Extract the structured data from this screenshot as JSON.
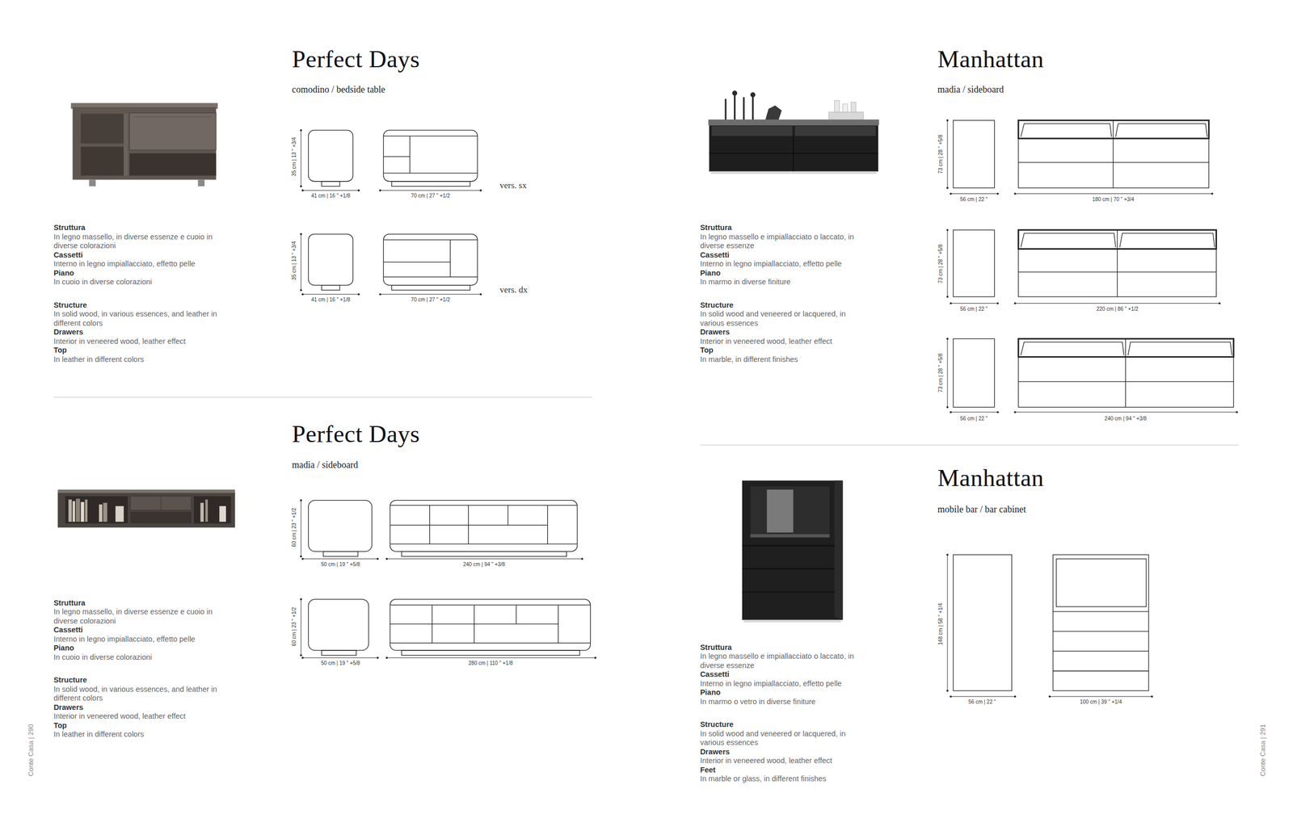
{
  "diagram": {
    "labels": [
      "Perfect Days",
      "comodino / bedside table",
      "35 cm | 13 \" +3/4",
      "41 cm | 16 \" +1/8",
      "70 cm | 27 \" +1/2",
      "vers. sx",
      "35 cm | 13 \" +3/4",
      "41 cm | 16 \" +1/8",
      "70 cm | 27 \" +1/2",
      "vers. dx",
      "Struttura",
      "In legno massello, in diverse essenze e cuoio in diverse colorazioni",
      "Cassetti",
      "Interno in legno impiallacciato, effetto pelle",
      "Piano",
      "In cuoio in diverse colorazioni",
      "Structure",
      "In solid wood, in various essences, and leather in different colors",
      "Drawers",
      "Interior in veneered wood, leather effect",
      "Top",
      "In leather in different colors",
      "Perfect Days",
      "madia / sideboard",
      "60 cm | 23 \" +1/2",
      "50 cm | 19 \" +5/8",
      "240 cm | 94 \" +3/8",
      "60 cm | 23 \" +1/2",
      "50 cm | 19 \" +5/8",
      "280 cm | 110 \" +1/8",
      "Struttura",
      "In legno massello, in diverse essenze e cuoio in diverse colorazioni",
      "Cassetti",
      "Interno in legno impiallacciato, effetto pelle",
      "Piano",
      "In cuoio in diverse colorazioni",
      "Structure",
      "In solid wood, in various essences, and leather in different colors",
      "Drawers",
      "Interior in veneered wood, leather effect",
      "Top",
      "In leather in different colors",
      "Conte Casa | 290",
      "Manhattan",
      "madia / sideboard",
      "73 cm | 28 \" +5/8",
      "56 cm | 22 \"",
      "180 cm | 70 \" +3/4",
      "73 cm | 28 \" +5/8",
      "56 cm | 22 \"",
      "220 cm | 86 \" +1/2",
      "73 cm | 28 \" +5/8",
      "56 cm | 22 \"",
      "240 cm | 94 \" +3/8",
      "Struttura",
      "In legno massello e impiallacciato o laccato, in diverse essenze",
      "Cassetti",
      "Interno in legno impiallacciato, effetto pelle",
      "Piano",
      "In marmo in diverse finiture",
      "Structure",
      "In solid wood and veneered or lacquered, in various essences",
      "Drawers",
      "Interior in veneered wood, leather effect",
      "Top",
      "In marble, in different finishes",
      "Manhattan",
      "mobile bar / bar cabinet",
      "148 cm | 58 \" +1/4",
      "56 cm | 22 \"",
      "100 cm | 39 \" +1/4",
      "Struttura",
      "In legno massello e impiallacciato o laccato, in diverse essenze",
      "Cassetti",
      "Interno in legno impiallacciato, effetto pelle",
      "Piano",
      "In marmo o vetro in diverse finiture",
      "Structure",
      "In solid wood and veneered or lacquered, in various essences",
      "Drawers",
      "Interior in veneered wood, leather effect",
      "Feet",
      "In marble or glass, in different finishes",
      "Conte Casa | 291"
    ]
  }
}
